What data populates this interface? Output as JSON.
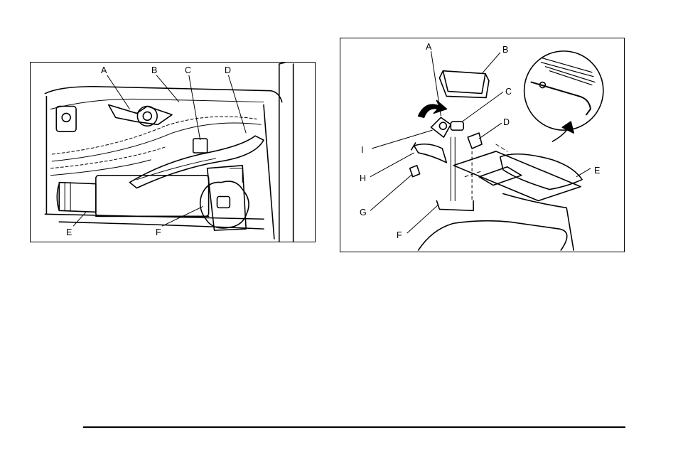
{
  "left_figure": {
    "callouts": [
      "A",
      "B",
      "C",
      "D",
      "E",
      "F"
    ]
  },
  "right_figure": {
    "callouts": [
      "A",
      "B",
      "C",
      "D",
      "E",
      "F",
      "G",
      "H",
      "I"
    ]
  },
  "icons": {
    "left": "spare-tire-jack-stowage-illustration",
    "right": "jack-tool-kit-exploded-illustration",
    "inset": "jack-handle-tools-inset",
    "arrow": "curved-arrow-icon"
  }
}
